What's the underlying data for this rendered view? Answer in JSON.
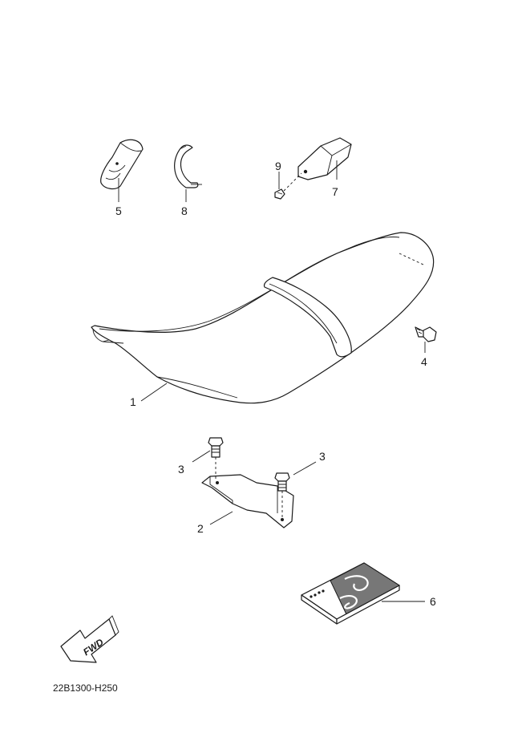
{
  "callouts": {
    "p1": "1",
    "p2": "2",
    "p3a": "3",
    "p3b": "3",
    "p4": "4",
    "p5": "5",
    "p6": "6",
    "p7": "7",
    "p8": "8",
    "p9": "9"
  },
  "fwd_label": "FWD",
  "diagram_code": "22B1300-H250"
}
